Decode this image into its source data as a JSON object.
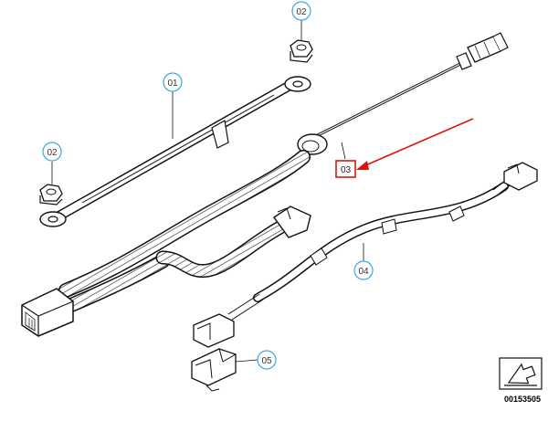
{
  "diagram": {
    "callouts": [
      {
        "id": "c1",
        "label": "02"
      },
      {
        "id": "c2",
        "label": "01"
      },
      {
        "id": "c3",
        "label": "02"
      },
      {
        "id": "c4",
        "label": "04"
      },
      {
        "id": "c5",
        "label": "05"
      }
    ],
    "highlighted_callout": {
      "label": "03"
    },
    "document_number": "00153505",
    "colors": {
      "line": "#111111",
      "callout_ring": "#3aa7df",
      "highlight": "#e01010"
    },
    "icons": {
      "corner_badge": "arrow-box-icon"
    }
  }
}
